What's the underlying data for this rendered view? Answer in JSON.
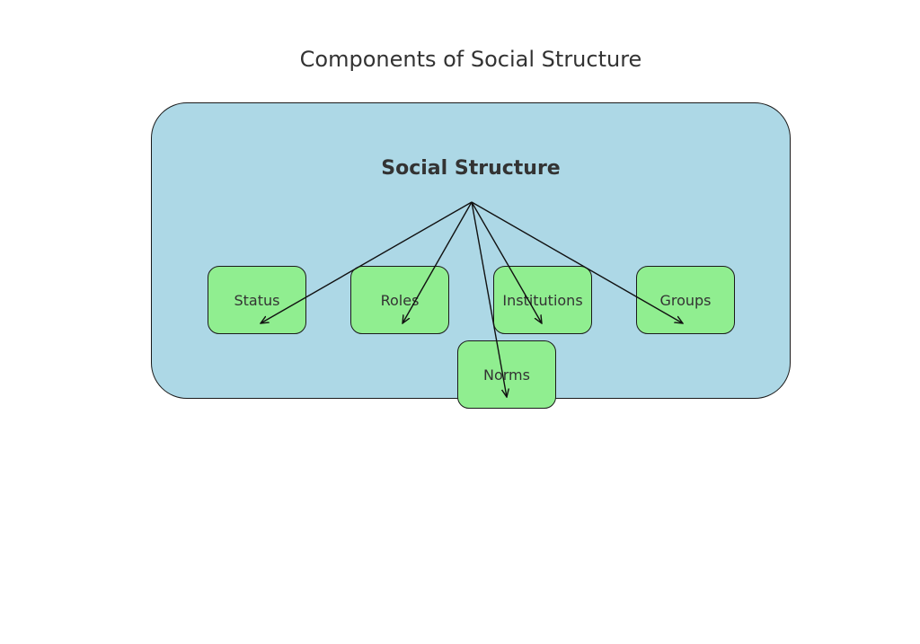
{
  "title": "Components of Social Structure",
  "container": {
    "label": "Social Structure",
    "fill_color": "#add8e6"
  },
  "components": [
    {
      "id": "status",
      "label": "Status"
    },
    {
      "id": "roles",
      "label": "Roles"
    },
    {
      "id": "institutions",
      "label": "Institutions"
    },
    {
      "id": "groups",
      "label": "Groups"
    },
    {
      "id": "norms",
      "label": "Norms"
    }
  ],
  "node_fill_color": "#90ee90",
  "edges": [
    {
      "from": "social-structure",
      "to": "status"
    },
    {
      "from": "social-structure",
      "to": "roles"
    },
    {
      "from": "social-structure",
      "to": "institutions"
    },
    {
      "from": "social-structure",
      "to": "groups"
    },
    {
      "from": "social-structure",
      "to": "norms"
    }
  ]
}
